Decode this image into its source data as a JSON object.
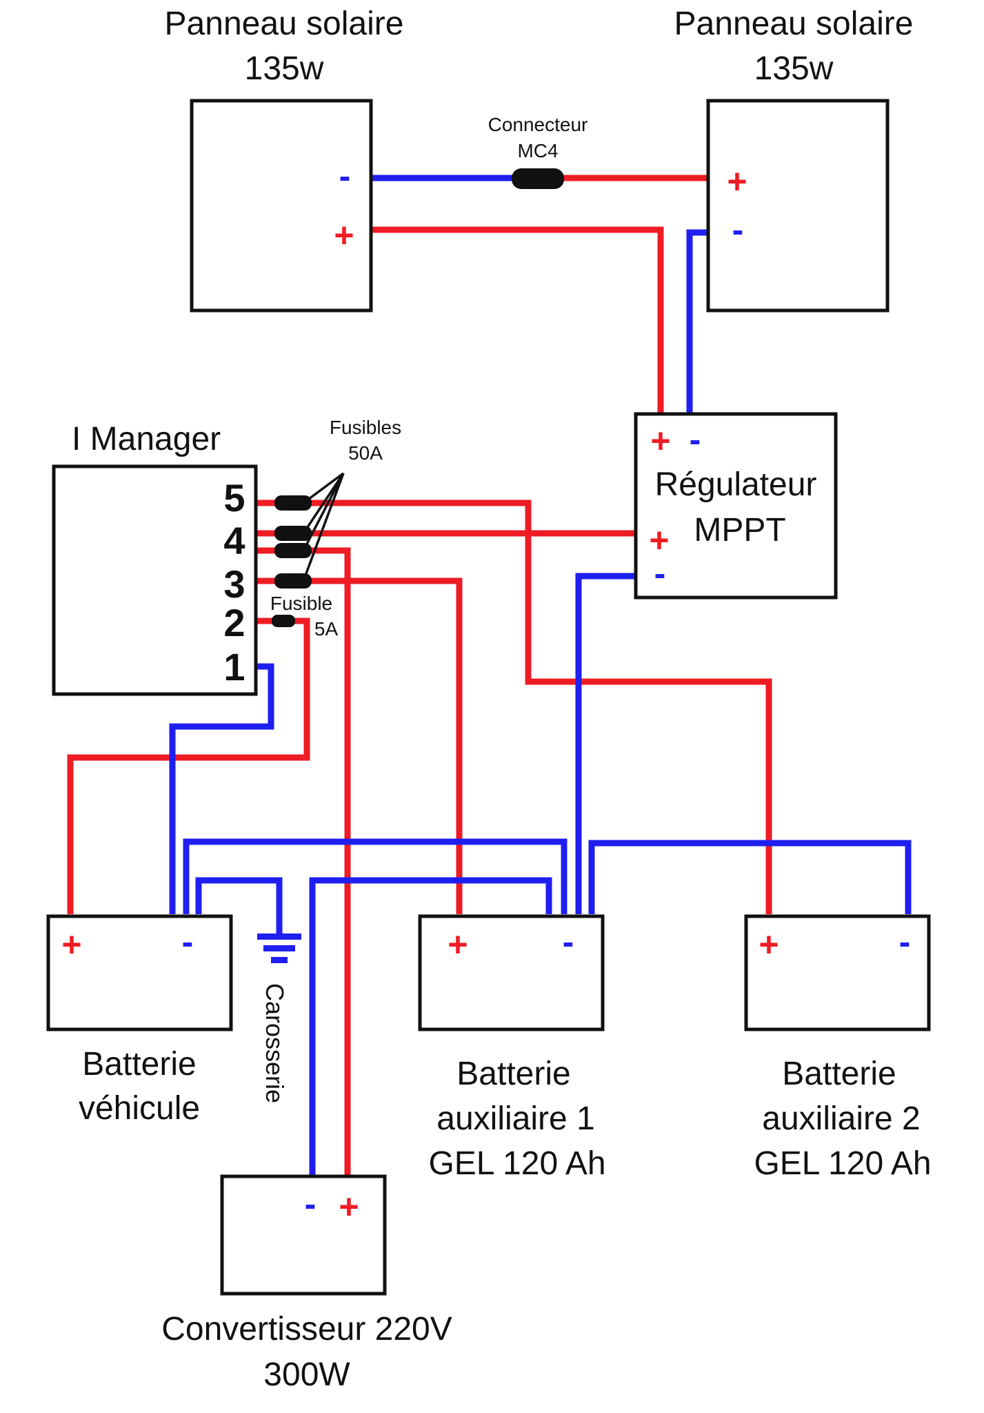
{
  "colors": {
    "positive": "#ee1c24",
    "negative": "#1f1ff0",
    "outline": "#111111"
  },
  "panel_left": {
    "title": "Panneau solaire",
    "power": "135w",
    "neg": "-",
    "pos": "+"
  },
  "panel_right": {
    "title": "Panneau solaire",
    "power": "135w",
    "pos": "+",
    "neg": "-"
  },
  "connector": {
    "line1": "Connecteur",
    "line2": "MC4"
  },
  "regulator": {
    "line1": "Régulateur",
    "line2": "MPPT",
    "in_pos": "+",
    "in_neg": "-",
    "out_pos": "+",
    "out_neg": "-"
  },
  "imanager": {
    "title": "I Manager",
    "terminals": [
      "5",
      "4",
      "3",
      "2",
      "1"
    ]
  },
  "fuses_50": {
    "line1": "Fusibles",
    "line2": "50A"
  },
  "fuse_5": {
    "line1": "Fusible",
    "line2": "5A"
  },
  "battery_vehicle": {
    "line1": "Batterie",
    "line2": "véhicule",
    "pos": "+",
    "neg": "-"
  },
  "ground": {
    "label": "Carosserie"
  },
  "battery_aux1": {
    "line1": "Batterie",
    "line2": "auxiliaire 1",
    "line3": "GEL 120 Ah",
    "pos": "+",
    "neg": "-"
  },
  "battery_aux2": {
    "line1": "Batterie",
    "line2": "auxiliaire 2",
    "line3": "GEL 120 Ah",
    "pos": "+",
    "neg": "-"
  },
  "converter": {
    "line1": "Convertisseur 220V",
    "line2": "300W",
    "neg": "-",
    "pos": "+"
  }
}
